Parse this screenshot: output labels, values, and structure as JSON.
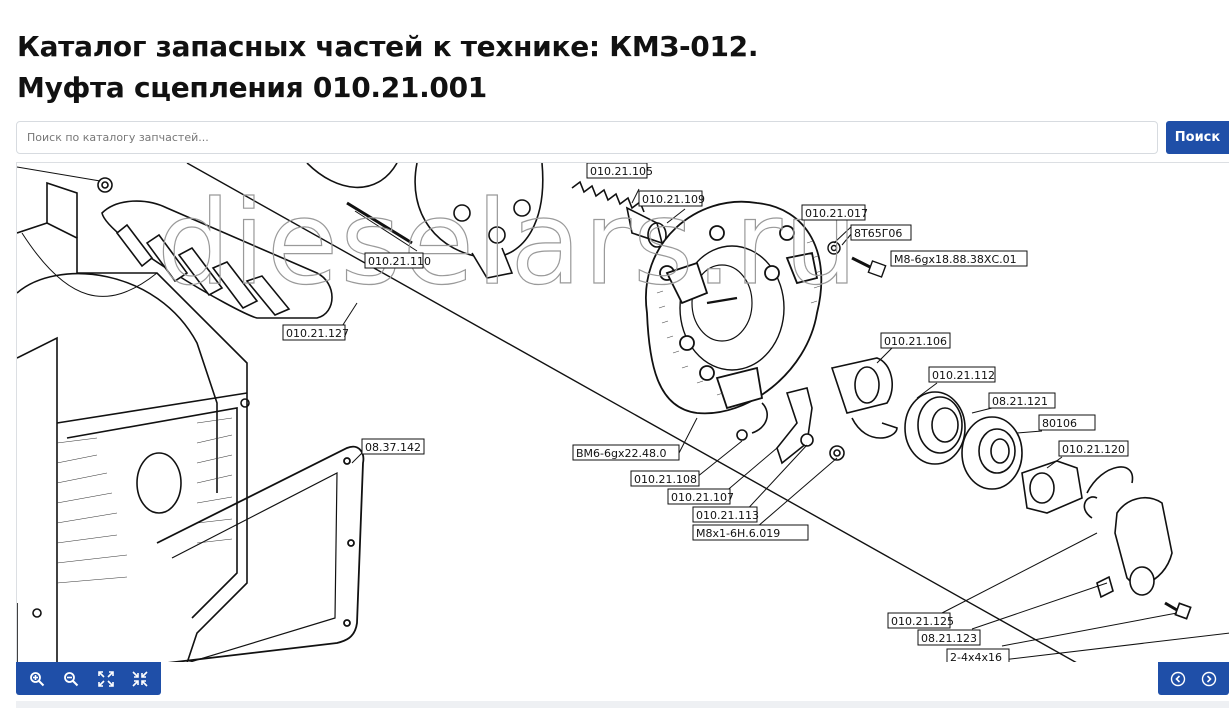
{
  "page": {
    "title_line1": "Каталог запасных частей к технике: КМЗ-012.",
    "title_line2": "Муфта сцепления 010.21.001"
  },
  "search": {
    "placeholder": "Поиск по каталогу запчастей...",
    "value": "",
    "button_label": "Поиск"
  },
  "diagram": {
    "watermark": "dieselars.ru",
    "labels": [
      {
        "id": "l1",
        "text": "010.21.105"
      },
      {
        "id": "l2",
        "text": "010.21.109"
      },
      {
        "id": "l3",
        "text": "010.21.017"
      },
      {
        "id": "l4",
        "text": "8Т65Г06"
      },
      {
        "id": "l5",
        "text": "М8-6gx18.88.38ХС.01"
      },
      {
        "id": "l6",
        "text": "010.21.110"
      },
      {
        "id": "l7",
        "text": "010.21.127"
      },
      {
        "id": "l8",
        "text": "010.21.106"
      },
      {
        "id": "l9",
        "text": "010.21.112"
      },
      {
        "id": "l10",
        "text": "08.21.121"
      },
      {
        "id": "l11",
        "text": "80106"
      },
      {
        "id": "l12",
        "text": "010.21.120"
      },
      {
        "id": "l13",
        "text": "08.37.142"
      },
      {
        "id": "l14",
        "text": "ВМ6-6gx22.48.0"
      },
      {
        "id": "l15",
        "text": "010.21.108"
      },
      {
        "id": "l16",
        "text": "010.21.107"
      },
      {
        "id": "l17",
        "text": "010.21.113"
      },
      {
        "id": "l18",
        "text": "М8х1-6Н.6.019"
      },
      {
        "id": "l19",
        "text": "010.21.125"
      },
      {
        "id": "l20",
        "text": "08.21.123"
      },
      {
        "id": "l21",
        "text": "2-4х4х16"
      }
    ]
  },
  "toolbar": {
    "zoom_in_icon": "zoom-in-icon",
    "zoom_out_icon": "zoom-out-icon",
    "fullscreen_icon": "expand-icon",
    "exit_fullscreen_icon": "collapse-icon",
    "prev_icon": "chevron-left-icon",
    "next_icon": "chevron-right-icon"
  },
  "colors": {
    "accent": "#1f4fa8",
    "border": "#dcdfe3"
  }
}
